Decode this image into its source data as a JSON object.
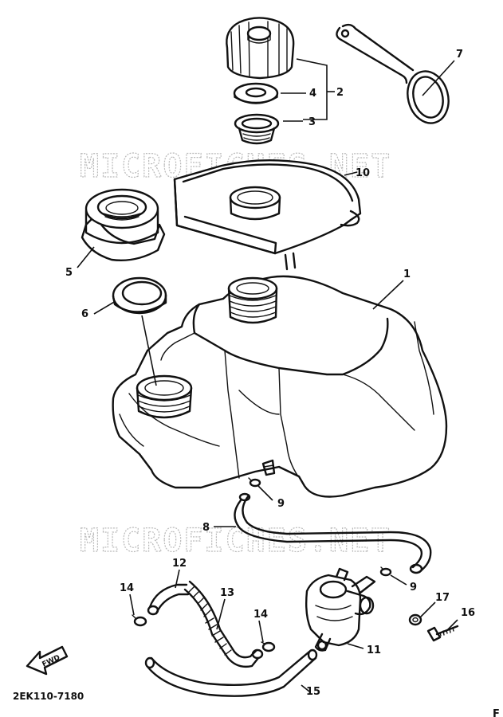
{
  "diagram": {
    "part_code": "2EK110-7180",
    "watermark": "MICROFICHES.NET",
    "fwd_label": "FWD",
    "corner_mark": "F",
    "callouts": [
      {
        "id": "c1",
        "label": "1"
      },
      {
        "id": "c2",
        "label": "2"
      },
      {
        "id": "c3",
        "label": "3"
      },
      {
        "id": "c4",
        "label": "4"
      },
      {
        "id": "c5",
        "label": "5"
      },
      {
        "id": "c6",
        "label": "6"
      },
      {
        "id": "c7",
        "label": "7"
      },
      {
        "id": "c8",
        "label": "8"
      },
      {
        "id": "c9a",
        "label": "9"
      },
      {
        "id": "c9b",
        "label": "9"
      },
      {
        "id": "c10",
        "label": "10"
      },
      {
        "id": "c11",
        "label": "11"
      },
      {
        "id": "c12",
        "label": "12"
      },
      {
        "id": "c13",
        "label": "13"
      },
      {
        "id": "c14a",
        "label": "14"
      },
      {
        "id": "c14b",
        "label": "14"
      },
      {
        "id": "c15",
        "label": "15"
      },
      {
        "id": "c16",
        "label": "16"
      },
      {
        "id": "c17",
        "label": "17"
      }
    ]
  }
}
